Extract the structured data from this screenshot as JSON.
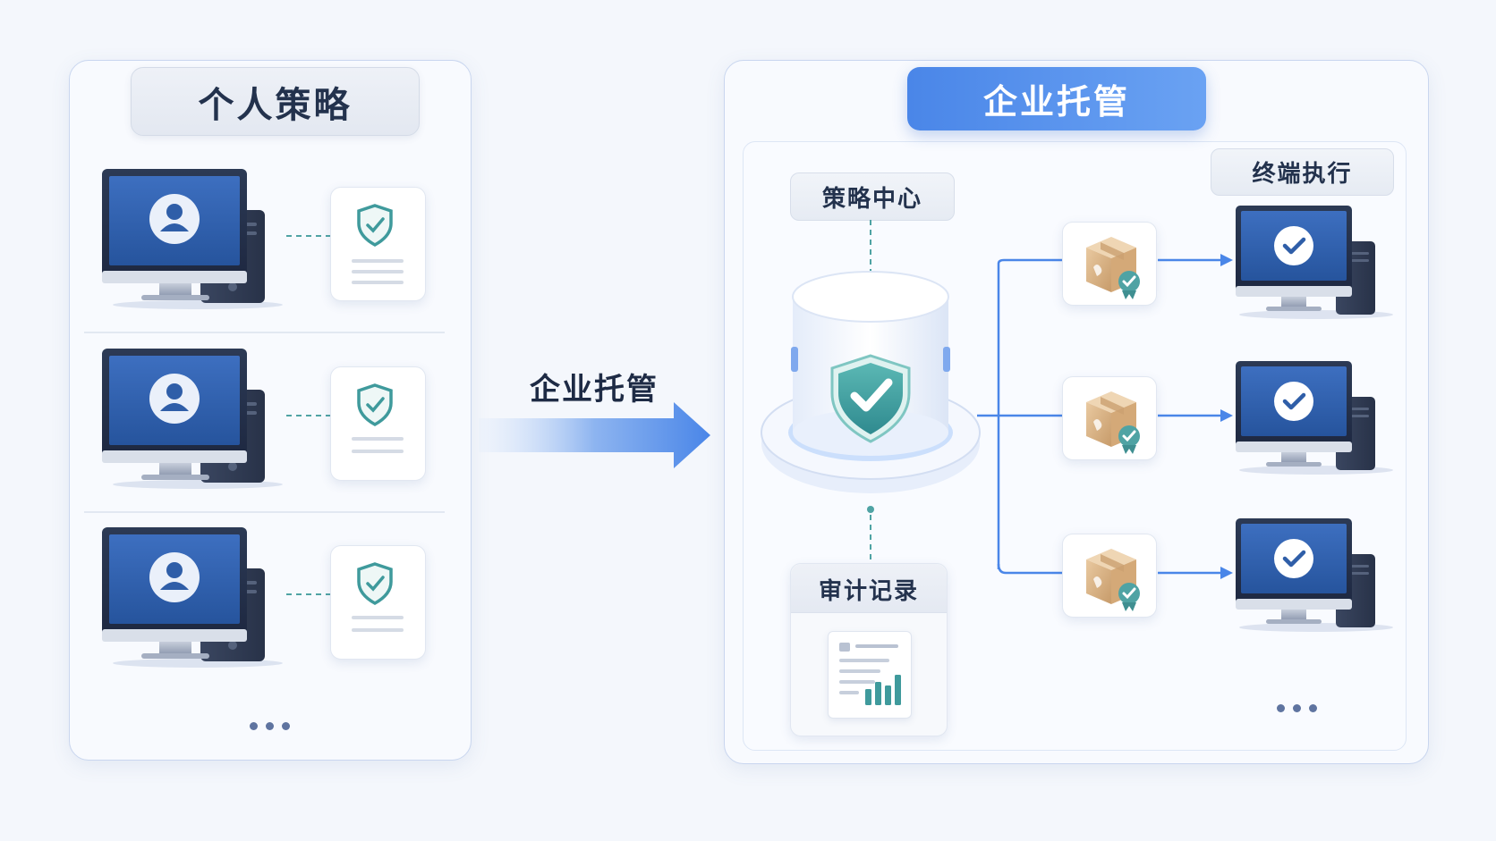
{
  "left_panel": {
    "title": "个人策略"
  },
  "middle": {
    "label": "企业托管"
  },
  "right_panel": {
    "title": "企业托管",
    "policy_center_label": "策略中心",
    "terminal_label": "终端执行",
    "audit_label": "审计记录"
  },
  "colors": {
    "accent_blue": "#4a86e8",
    "shield_teal": "#3f9a9c",
    "monitor_blue": "#2f5ea8",
    "panel_border": "#c9d6ef"
  },
  "icons": {
    "left_rows": [
      "monitor-user-icon",
      "shield-document-icon"
    ],
    "center": "database-shield-icon",
    "packages": "package-certified-icon",
    "terminals": "monitor-check-icon",
    "audit": "report-chart-icon"
  }
}
